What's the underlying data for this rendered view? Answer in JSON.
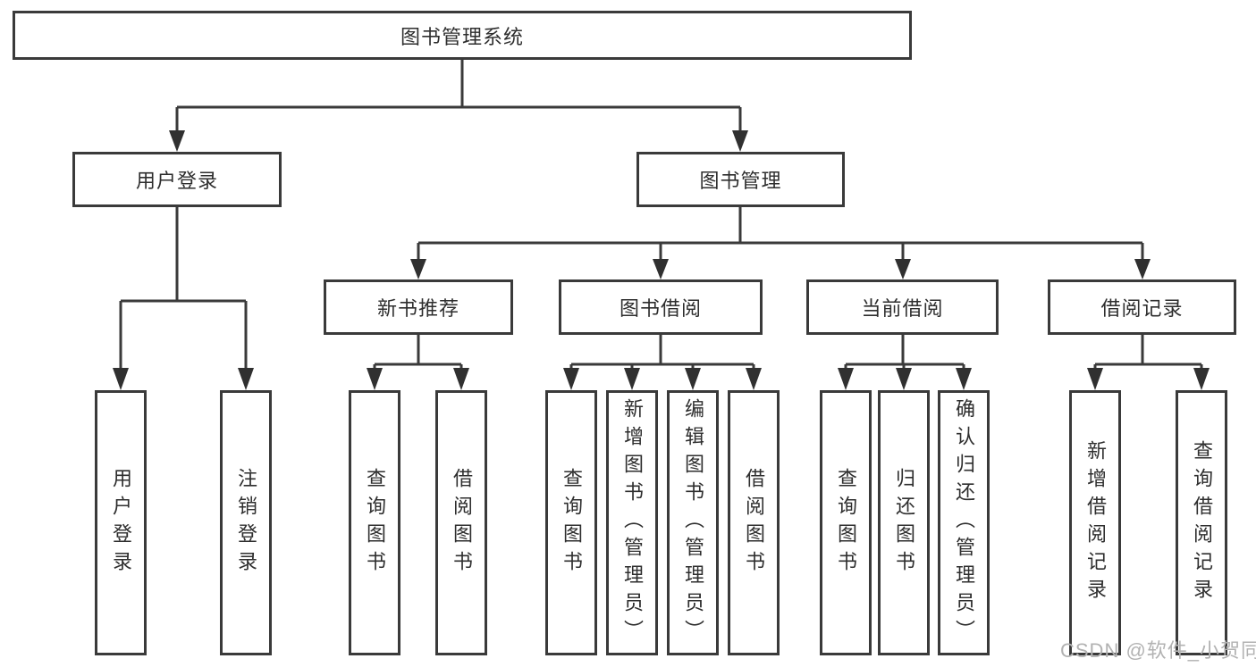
{
  "diagram": {
    "root": {
      "label": "图书管理系统"
    },
    "branches": [
      {
        "label": "用户登录",
        "children": [
          {
            "label": "用户登录"
          },
          {
            "label": "注销登录"
          }
        ]
      },
      {
        "label": "图书管理",
        "children": [
          {
            "label": "新书推荐",
            "children": [
              {
                "label": "查询图书"
              },
              {
                "label": "借阅图书"
              }
            ]
          },
          {
            "label": "图书借阅",
            "children": [
              {
                "label": "查询图书"
              },
              {
                "label": "新增图书（管理员）"
              },
              {
                "label": "编辑图书（管理员）"
              },
              {
                "label": "借阅图书"
              }
            ]
          },
          {
            "label": "当前借阅",
            "children": [
              {
                "label": "查询图书"
              },
              {
                "label": "归还图书"
              },
              {
                "label": "确认归还（管理员）"
              }
            ]
          },
          {
            "label": "借阅记录",
            "children": [
              {
                "label": "新增借阅记录"
              },
              {
                "label": "查询借阅记录"
              }
            ]
          }
        ]
      }
    ]
  },
  "watermark": {
    "label": "CSDN @软件_小贺同学"
  },
  "colors": {
    "line": "#3a3a3a",
    "box_border": "#3a3a3a",
    "box_background": "#ffffff",
    "text": "#2e2e2e",
    "watermark": "#b2b2b2",
    "page_background": "#ffffff"
  }
}
